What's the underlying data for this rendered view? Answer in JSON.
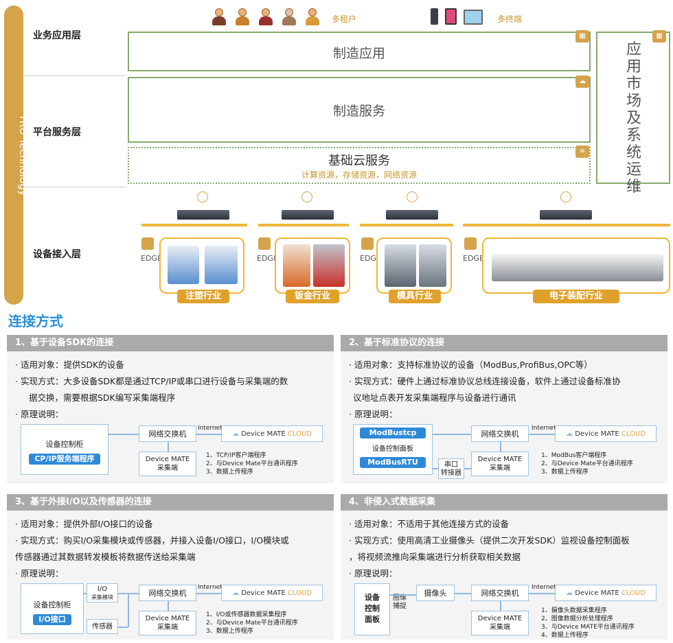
{
  "architecture": {
    "side_label": "TRU Technology",
    "layers": [
      "业务应用层",
      "平台服务层",
      "设备接入层"
    ],
    "multi_tenant_label": "多租户",
    "multi_terminal_label": "多终端",
    "manufacturing_apps": "制造应用",
    "manufacturing_services": "制造服务",
    "cloud_services_title": "基础云服务",
    "cloud_services_subtitle": "计算资源，存储资源，网络资源",
    "right_box_text": [
      "应",
      "用",
      "市",
      "场",
      "及",
      "系",
      "统",
      "运",
      "维"
    ],
    "edge_label": "EDGE",
    "industries": [
      "注塑行业",
      "钣金行业",
      "模具行业",
      "电子装配行业"
    ],
    "colors": {
      "gold": "#d4a34a",
      "green_border": "#86aa6e",
      "orange": "#f0b638",
      "blue": "#2a90d8"
    }
  },
  "section_title": "连接方式",
  "panels": [
    {
      "title": "1、基于设备SDK的连接",
      "lines": [
        "· 适用对象：提供SDK的设备",
        "· 实现方式：大多设备SDK都是通过TCP/IP或串口进行设备与采集端的数",
        "据交换，需要根据SDK编写采集端程序",
        "· 原理说明："
      ],
      "diagram": {
        "cabinet": "设备控制柜",
        "tag": "CP/IP服务端程序",
        "switch": "网络交换机",
        "internet": "Internet",
        "cloud_name": "Device MATE",
        "cloud_suffix": "CLOUD",
        "collector": [
          "Device MATE",
          "采集端"
        ],
        "notes": [
          "1、TCP/IP客户端程序",
          "2、与Device Mate平台通讯程序",
          "3、数据上传程序"
        ]
      }
    },
    {
      "title": "2、基于标准协议的连接",
      "lines": [
        "· 适用对象：支持标准协议的设备（ModBus,ProfiBus,OPC等）",
        "· 实现方式：硬件上通过标准协议总线连接设备，软件上通过设备标准协",
        "议地址点表开发采集端程序与设备进行通讯",
        "· 原理说明："
      ],
      "diagram": {
        "tag_top": "ModBustcp",
        "panel": "设备控制面板",
        "tag_bottom": "ModBusRTU",
        "serial": [
          "串口",
          "转接器"
        ],
        "switch": "网络交换机",
        "internet": "Internet",
        "cloud_name": "Device MATE",
        "cloud_suffix": "CLOUD",
        "collector": [
          "Device MATE",
          "采集端"
        ],
        "notes": [
          "1、ModBus客户端程序",
          "2、与Device Mate平台通讯程序",
          "3、数据上传程序"
        ]
      }
    },
    {
      "title": "3、基于外接I/O以及传感器的连接",
      "lines": [
        "· 适用对象：提供外部I/O接口的设备",
        "· 实现方式：购买I/O采集模块或传感器，并接入设备I/O接口，I/O模块或",
        "传感器通过其数据转发模板将数据传送给采集端",
        "· 原理说明："
      ],
      "diagram": {
        "cabinet": "设备控制柜",
        "tag": "I/O接口",
        "io_module": [
          "I/O",
          "采集模块"
        ],
        "sensor": "传感器",
        "switch": "网络交换机",
        "internet": "Internet",
        "cloud_name": "Device MATE",
        "cloud_suffix": "CLOUD",
        "collector": [
          "Device MATE",
          "采集端"
        ],
        "notes": [
          "1、I/O或传感器数据采集程序",
          "2、与Device Mate平台通讯程序",
          "3、数据上传程序"
        ]
      }
    },
    {
      "title": "4、非侵入式数据采集",
      "lines": [
        "· 适用对象：不适用于其他连接方式的设备",
        "· 实现方式：使用高清工业摄像头（提供二次开发SDK）监视设备控制面板",
        "，将视频流推向采集端进行分析获取相关数据",
        "· 原理说明："
      ],
      "diagram": {
        "panel": [
          "设备",
          "控制",
          "面板"
        ],
        "capture": [
          "图像",
          "捕捉"
        ],
        "camera": "摄像头",
        "switch": "网络交换机",
        "internet": "Internet",
        "cloud_name": "Device MATE",
        "cloud_suffix": "CLOUD",
        "collector": [
          "Device MATE",
          "采集端"
        ],
        "notes": [
          "1、摄像头数据采集程序",
          "2、图像数据分析处理程序",
          "3、与Device MATE平台通讯程序",
          "4、数据上传程序"
        ]
      }
    }
  ]
}
